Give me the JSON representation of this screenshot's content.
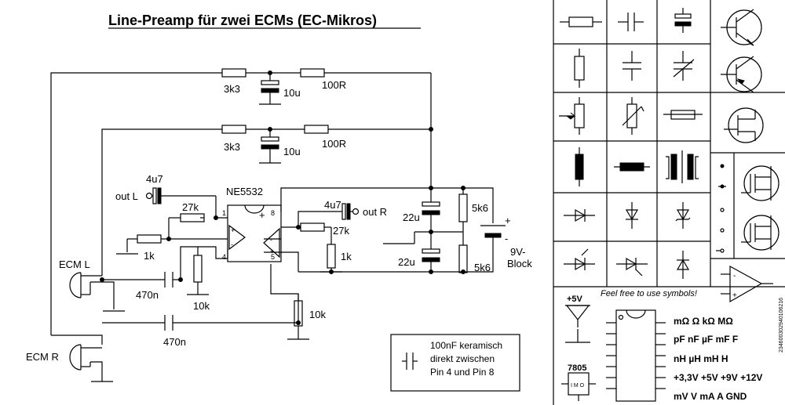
{
  "title": "Line-Preamp für zwei ECMs (EC-Mikros)",
  "components": {
    "r_top1": "3k3",
    "c_top1": "10u",
    "r_top2": "100R",
    "r_mid1": "3k3",
    "c_mid1": "10u",
    "r_mid2": "100R",
    "c_out_l": "4u7",
    "out_l": "out L",
    "opamp": "NE5532",
    "r_fb_l": "27k",
    "r_gnd_l": "1k",
    "pin1": "1",
    "pin4": "4",
    "pin5": "5",
    "pin8": "8",
    "plus": "+",
    "c_out_r": "4u7",
    "out_r": "out R",
    "r_fb_r": "27k",
    "r_gnd_r": "1k",
    "c_22u_a": "22u",
    "c_22u_b": "22u",
    "r_5k6_a": "5k6",
    "r_5k6_b": "5k6",
    "batt_plus": "+",
    "batt_minus": "-",
    "batt_label_1": "9V-",
    "batt_label_2": "Block",
    "ecm_l": "ECM L",
    "ecm_r": "ECM R",
    "c_470_l": "470n",
    "c_470_r": "470n",
    "r_10k_l": "10k",
    "r_10k_r": "10k",
    "note_1": "100nF keramisch",
    "note_2": "direkt zwischen",
    "note_3": "Pin 4 und Pin 8"
  },
  "palette": {
    "free_text": "Feel free to use symbols!",
    "free_color": "#2a8a2a",
    "vcc": "+5V",
    "reg": "7805",
    "reg_pins": "I M O",
    "units_1": "mΩ  Ω  kΩ  MΩ",
    "units_2": "pF  nF  µF  mF  F",
    "units_3": "nH  µH  mH  H",
    "units_4": "+3,3V  +5V  +9V  +12V",
    "units_5": "mV  V  mA  A   GND",
    "watermark": "23460030294010​6216"
  }
}
